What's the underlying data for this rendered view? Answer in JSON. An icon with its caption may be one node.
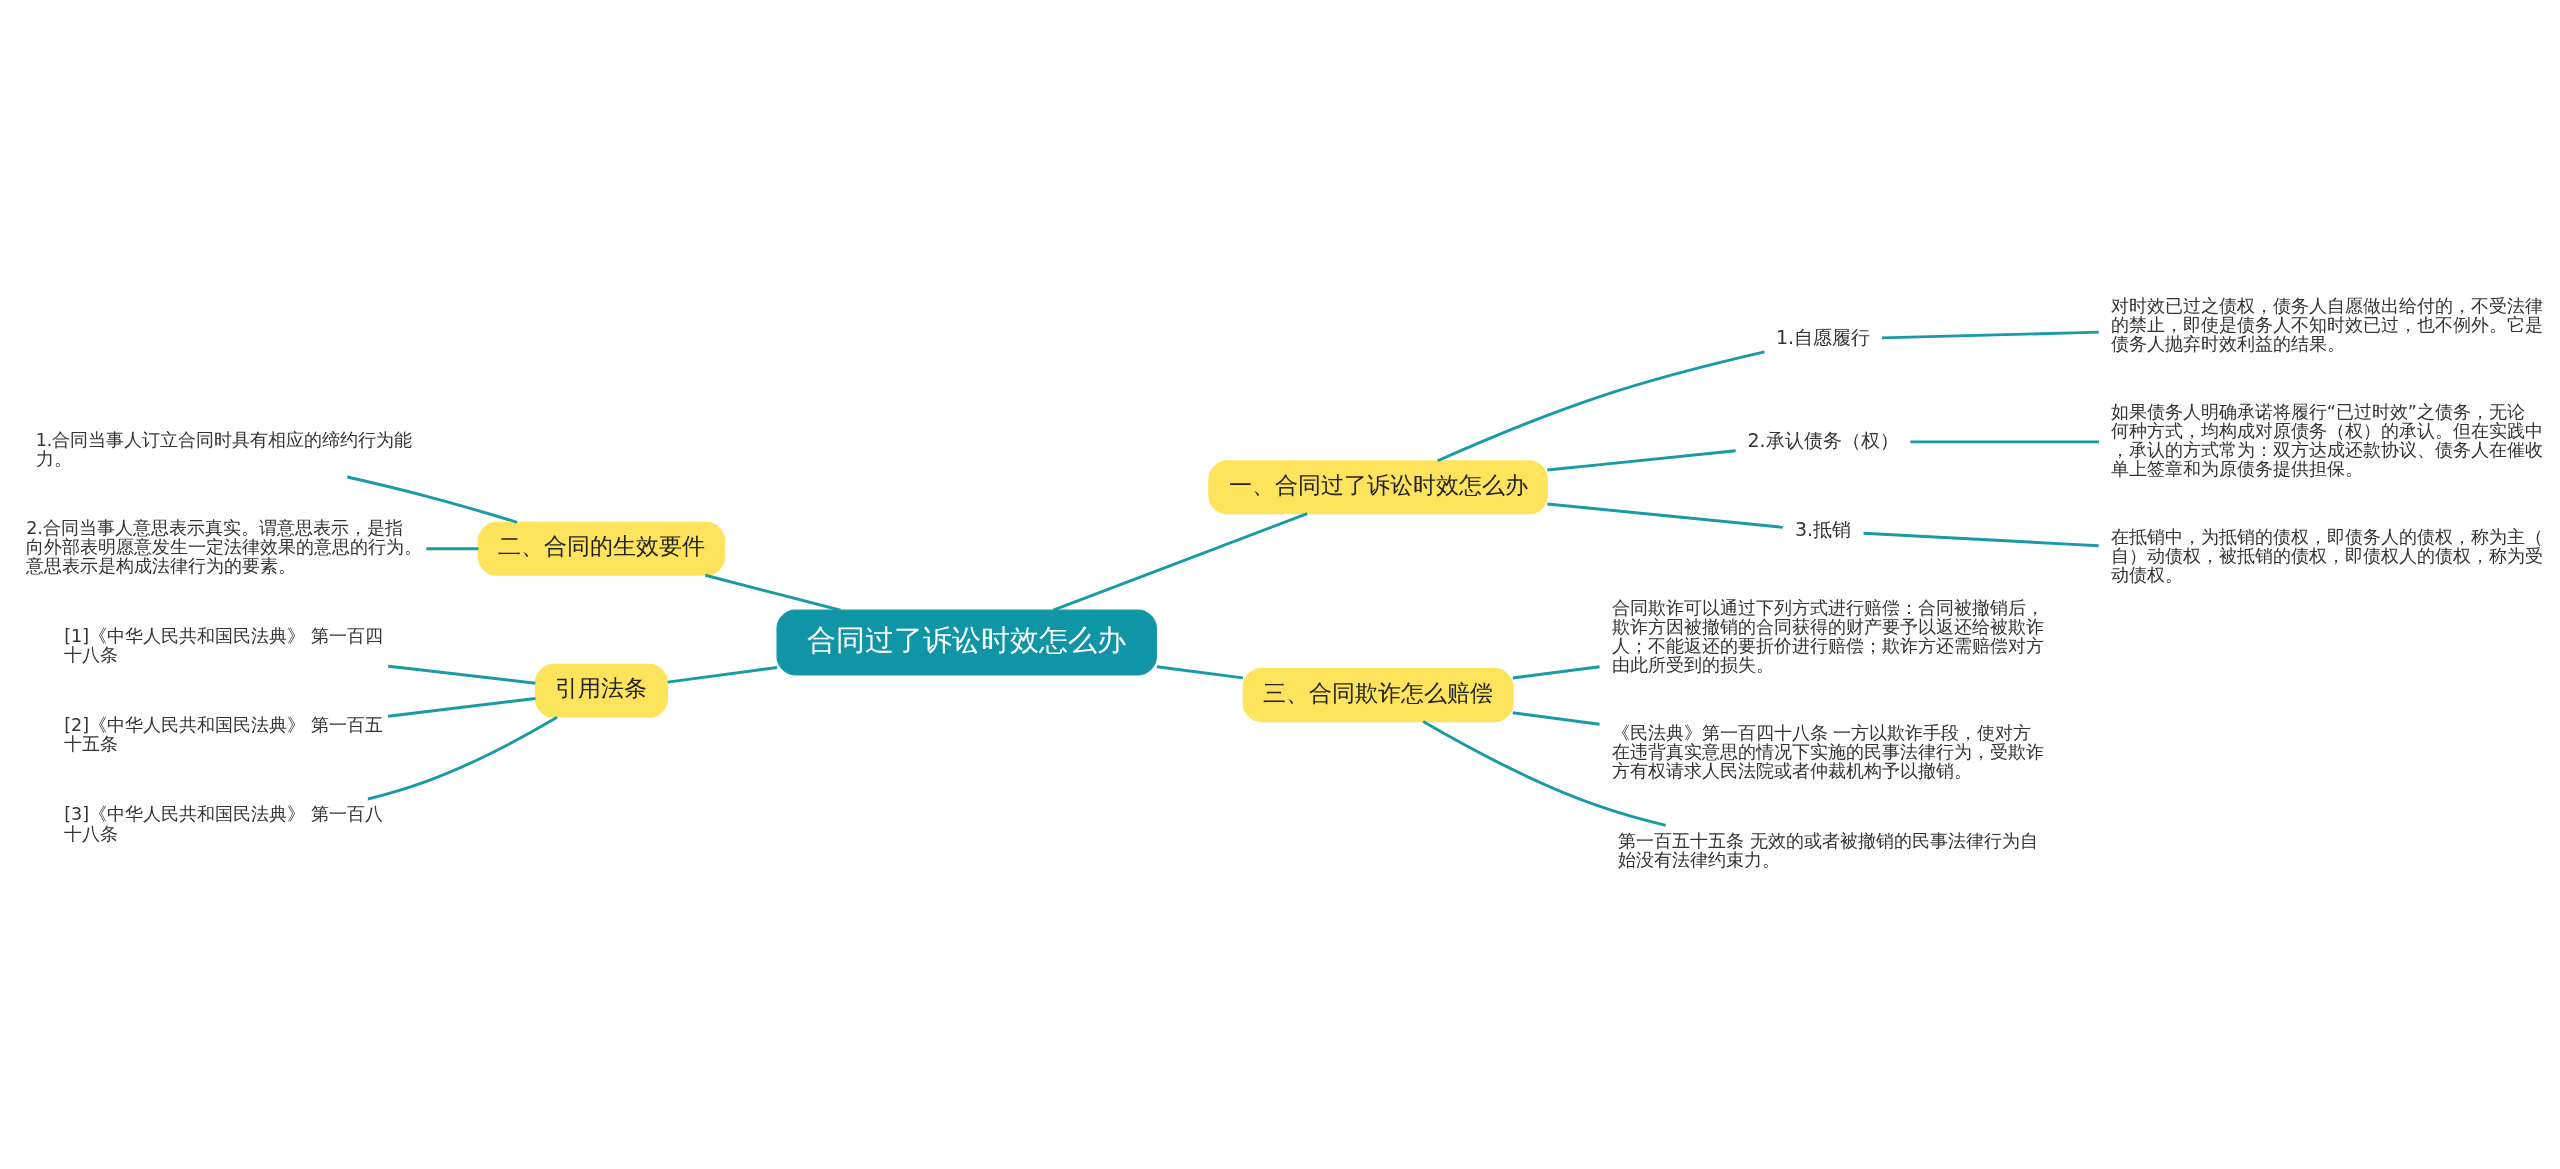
{
  "diagram": {
    "nodes": [
      {
        "text": [
          "合同过了诉讼时效怎么办"
        ]
      },
      {
        "text": [
          "一、合同过了诉讼时效怎么办"
        ]
      },
      {
        "text": [
          "1.自愿履行"
        ]
      },
      {
        "text": [
          "对时效已过之债权，债务人自愿做出给付的，不受法律的禁止，即使是债务人不知时效已过，也不例外。它是债务人抛弃时效利益的结果。"
        ]
      },
      {
        "text": [
          "2.承认债务（权）"
        ]
      },
      {
        "text": [
          "如果债务人明确承诺将履行“已过时效”之债务，无论何种方式，均构成对原债务（权）的承认。但在实践中，承认的方式常为：双方达成还款协议、债务人在催收单上签章和为原债务提供担保。"
        ]
      },
      {
        "text": [
          "3.抵销"
        ]
      },
      {
        "text": [
          "在抵销中，为抵销的债权，即债务人的债权，称为主（自）动债权，被抵销的债权，即债权人的债权，称为受动债权。"
        ]
      },
      {
        "text": [
          "三、合同欺诈怎么赔偿"
        ]
      },
      {
        "text": [
          "合同欺诈可以通过下列方式进行赔偿：合同被撤销后，欺诈方因被撤销的合同获得的财产要予以返还给被欺诈人；不能返还的要折价进行赔偿；欺诈方还需赔偿对方由此所受到的损失。"
        ]
      },
      {
        "text": [
          "《民法典》第一百四十八条 一方以欺诈手段，使对方在违背真实意思的情况下实施的民事法律行为，受欺诈方有权请求人民法院或者仲裁机构予以撤销。"
        ]
      },
      {
        "text": [
          "第一百五十五条 无效的或者被撤销的民事法律行为自始没有法律约束力。"
        ]
      },
      {
        "text": [
          "二、合同的生效要件"
        ]
      },
      {
        "text": [
          "1.合同当事人订立合同时具有相应的缔约行为能力。"
        ]
      },
      {
        "text": [
          "2.合同当事人意思表示真实。谓意思表示，是指向外部表明愿意发生一定法律效果的意思的行为。意思表示是构成法律行为的要素。"
        ]
      },
      {
        "text": [
          "引用法条"
        ]
      },
      {
        "text": [
          "[1]《中华人民共和国民法典》 第一百四十八条"
        ]
      },
      {
        "text": [
          "[2]《中华人民共和国民法典》 第一百五十五条"
        ]
      },
      {
        "text": [
          "[3]《中华人民共和国民法典》 第一百八十八条"
        ]
      }
    ],
    "edges": [
      {
        "from": 0,
        "to": 1,
        "arrow": "none"
      },
      {
        "from": 1,
        "to": 2,
        "arrow": "none"
      },
      {
        "from": 2,
        "to": 3,
        "arrow": "none"
      },
      {
        "from": 1,
        "to": 4,
        "arrow": "none"
      },
      {
        "from": 4,
        "to": 5,
        "arrow": "none"
      },
      {
        "from": 1,
        "to": 6,
        "arrow": "none"
      },
      {
        "from": 6,
        "to": 7,
        "arrow": "none"
      },
      {
        "from": 0,
        "to": 8,
        "arrow": "none"
      },
      {
        "from": 8,
        "to": 9,
        "arrow": "none"
      },
      {
        "from": 8,
        "to": 10,
        "arrow": "none"
      },
      {
        "from": 8,
        "to": 11,
        "arrow": "none"
      },
      {
        "from": 0,
        "to": 12,
        "arrow": "none"
      },
      {
        "from": 12,
        "to": 13,
        "arrow": "none"
      },
      {
        "from": 12,
        "to": 14,
        "arrow": "none"
      },
      {
        "from": 0,
        "to": 15,
        "arrow": "none"
      },
      {
        "from": 15,
        "to": 16,
        "arrow": "none"
      },
      {
        "from": 15,
        "to": 17,
        "arrow": "none"
      },
      {
        "from": 15,
        "to": 18,
        "arrow": "none"
      }
    ]
  }
}
